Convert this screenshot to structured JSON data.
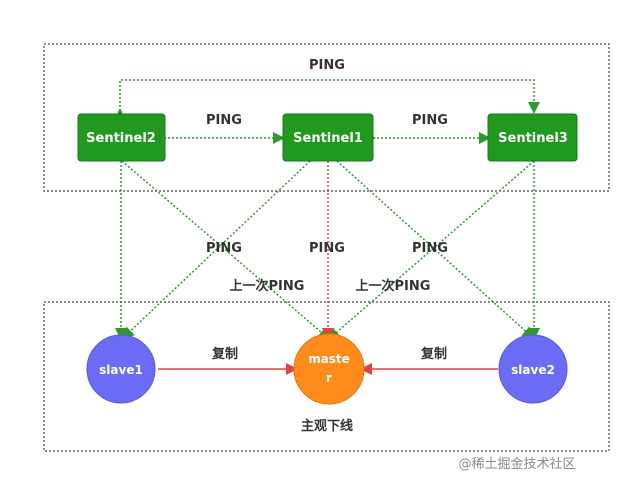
{
  "colors": {
    "sentinel_fill": "#1f9a1f",
    "sentinel_stroke": "#177817",
    "slave_fill": "#6b6cf6",
    "master_fill": "#ff8c1a",
    "ping_line": "#2e9a2e",
    "master_ping_line": "#e04444",
    "replicate_line": "#e04444",
    "frame": "#444444",
    "text": "#333333"
  },
  "sentinels": {
    "s1": "Sentinel1",
    "s2": "Sentinel2",
    "s3": "Sentinel3"
  },
  "nodes": {
    "slave1": "slave1",
    "slave2": "slave2",
    "master_line1": "maste",
    "master_line2": "r"
  },
  "labels": {
    "ping_top": "PING",
    "ping_s2_s1": "PING",
    "ping_s1_s3": "PING",
    "ping_left": "PING",
    "ping_center": "PING",
    "ping_right": "PING",
    "last_ping_left": "上一次PING",
    "last_ping_right": "上一次PING",
    "replicate_left": "复制",
    "replicate_right": "复制",
    "subjective_down": "主观下线"
  },
  "watermark": "@稀土掘金技术社区"
}
